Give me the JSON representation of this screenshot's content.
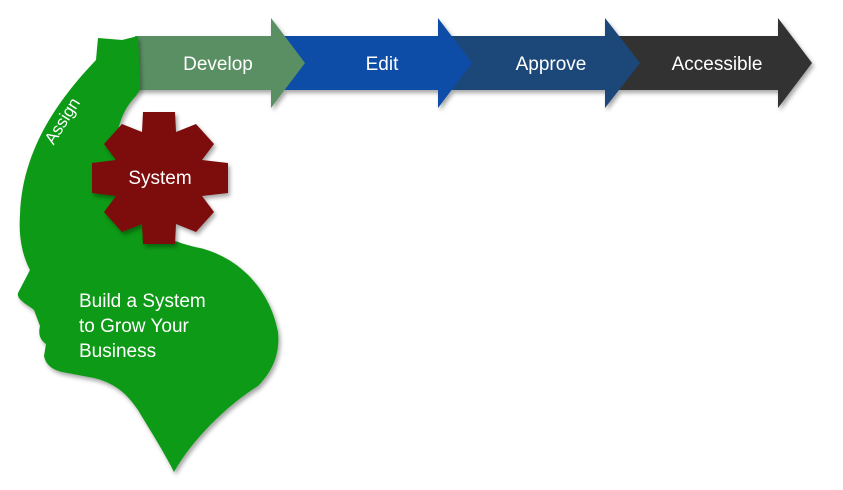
{
  "diagram": {
    "steps": [
      {
        "label": "Develop",
        "color": "#5a8f64"
      },
      {
        "label": "Edit",
        "color": "#0a4ea8"
      },
      {
        "label": "Approve",
        "color": "#1f4679"
      },
      {
        "label": "Accessible",
        "color": "#333333"
      }
    ],
    "arc_label": "Assign",
    "gear_label": "System",
    "head_text": [
      "Build a System",
      "to Grow Your",
      "Business"
    ],
    "colors": {
      "head": "#0f9a15",
      "gear": "#7d0b0b",
      "text": "#ffffff"
    }
  }
}
